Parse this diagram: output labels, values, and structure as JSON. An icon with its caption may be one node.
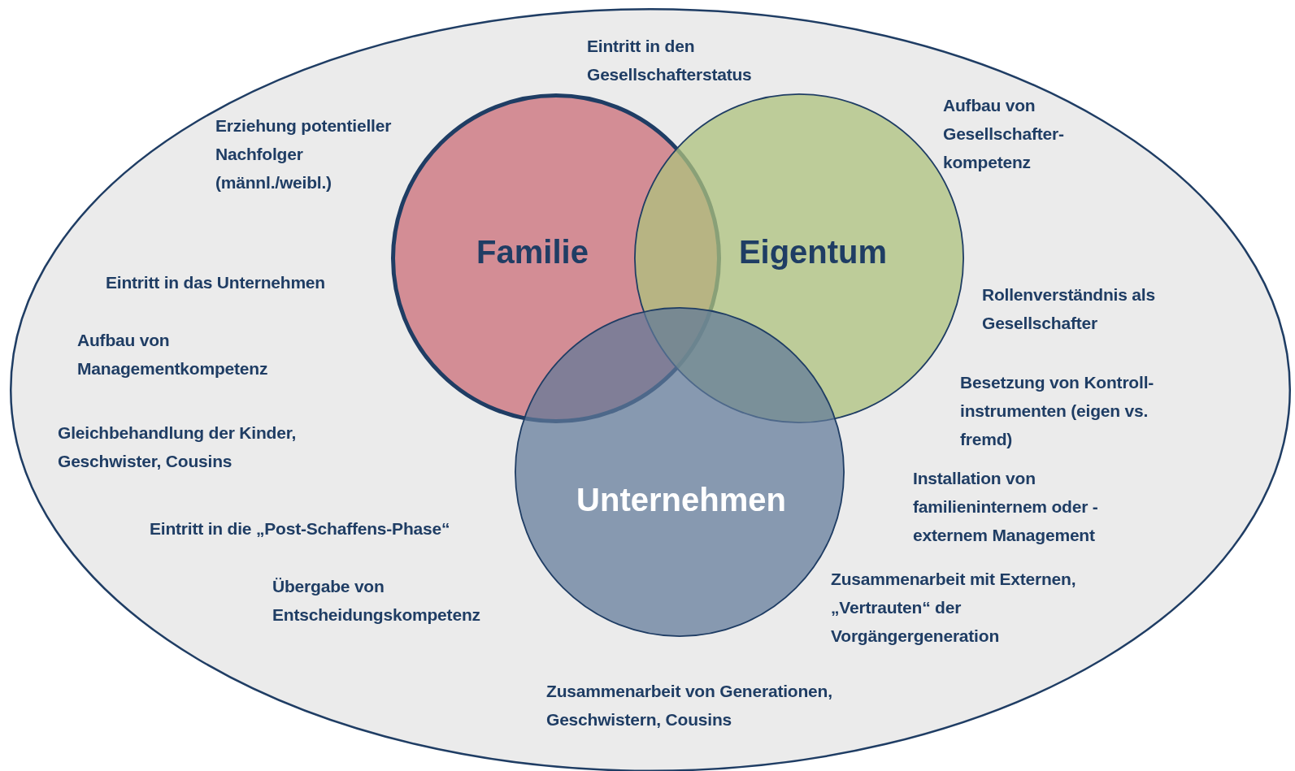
{
  "diagram": {
    "nodes": [
      {
        "text": [],
        "shape": "ellipse"
      },
      {
        "text": [
          "Familie"
        ],
        "in": 0
      },
      {
        "text": [
          "Eigentum"
        ],
        "in": 0
      },
      {
        "text": [
          "Unternehmen"
        ],
        "in": 0
      }
    ],
    "edges": [],
    "labels": [
      "Eintritt in den Gesellschafterstatus",
      "Erziehung potentieller Nachfolger (männl./weibl.)",
      "Aufbau von Gesellschafter- kompetenz",
      "Eintritt in das Unternehmen",
      "Rollenverständnis als Gesellschafter",
      "Aufbau von Managementkompetenz",
      "Besetzung von Kontroll- instrumenten (eigen vs. fremd)",
      "Gleichbehandlung der Kinder, Geschwister, Cousins",
      "Installation von familieninternem oder -externem Management",
      "Eintritt in die „Post-Schaffens-Phase“",
      "Zusammenarbeit mit Externen, „Vertrauten“ der Vorgängergeneration",
      "Übergabe von Entscheidungskompetenz",
      "Zusammenarbeit von Generationen, Geschwistern, Cousins"
    ]
  }
}
